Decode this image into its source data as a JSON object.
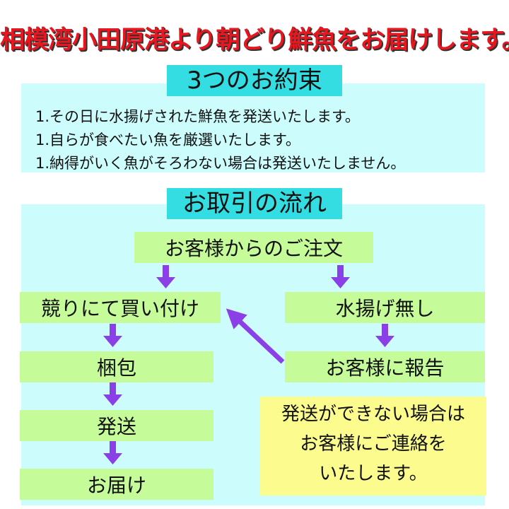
{
  "headline": "相模湾小田原港より朝どり鮮魚をお届けします。",
  "promises": {
    "title": "3つのお約束",
    "items": [
      "1.その日に水揚げされた鮮魚を発送いたします。",
      "1.自らが食べたい魚を厳選いたします。",
      "1.納得がいく魚がそろわない場合は発送いたしません。"
    ]
  },
  "flow": {
    "title": "お取引の流れ",
    "order": "お客様からのご注文",
    "buy": "競りにて買い付け",
    "pack": "梱包",
    "ship": "発送",
    "deliver": "お届け",
    "no_catch": "水揚げ無し",
    "report": "お客様に報告",
    "note_lines": [
      "発送ができない場合は",
      "お客様にご連絡を",
      "いたします。"
    ]
  },
  "colors": {
    "headline": "#e8161e",
    "panel": "#ccfcfc",
    "title_box": "#33dde1",
    "step_box": "#c6fb99",
    "note_box": "#fcfc8e",
    "arrow": "#8b3fe6"
  }
}
